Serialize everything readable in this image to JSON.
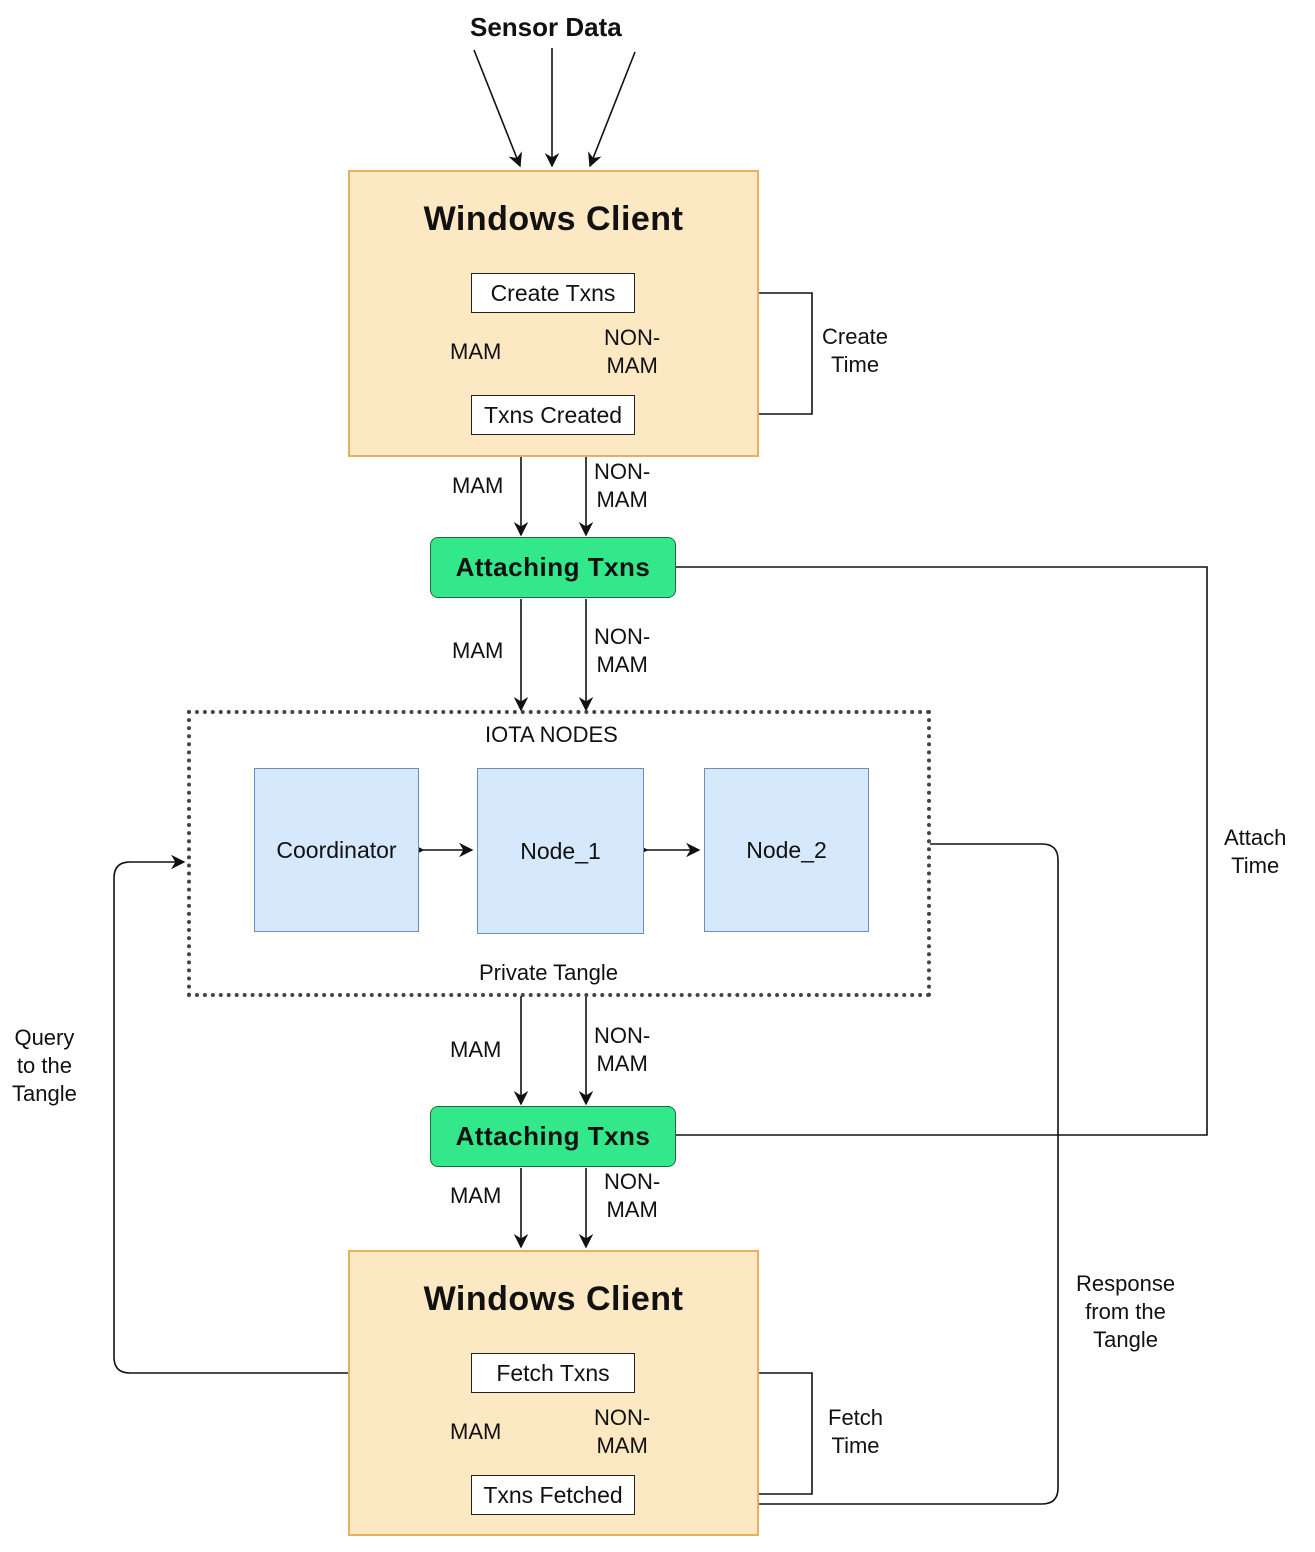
{
  "sensor_data_label": "Sensor Data",
  "client_top": {
    "title": "Windows Client",
    "create_box": "Create Txns",
    "created_box": "Txns Created",
    "mam_label": "MAM",
    "non_mam_label": [
      "NON-",
      "MAM"
    ]
  },
  "create_time_label": [
    "Create",
    "Time"
  ],
  "attach_top": {
    "label": "Attaching Txns",
    "mam_above": "MAM",
    "non_mam_above": [
      "NON-",
      "MAM"
    ],
    "mam_below": "MAM",
    "non_mam_below": [
      "NON-",
      "MAM"
    ]
  },
  "iota": {
    "heading": "IOTA NODES",
    "footer": "Private Tangle",
    "nodes": [
      "Coordinator",
      "Node_1",
      "Node_2"
    ]
  },
  "attach_time_label": [
    "Attach",
    "Time"
  ],
  "query_label": [
    "Query",
    "to the",
    "Tangle"
  ],
  "response_label": [
    "Response",
    "from the",
    "Tangle"
  ],
  "attach_bottom": {
    "label": "Attaching Txns",
    "mam_above": "MAM",
    "non_mam_above": [
      "NON-",
      "MAM"
    ],
    "mam_below": "MAM",
    "non_mam_below": [
      "NON-",
      "MAM"
    ]
  },
  "client_bottom": {
    "title": "Windows Client",
    "fetch_box": "Fetch Txns",
    "fetched_box": "Txns Fetched",
    "mam_label": "MAM",
    "non_mam_label": [
      "NON-",
      "MAM"
    ]
  },
  "fetch_time_label": [
    "Fetch",
    "Time"
  ]
}
